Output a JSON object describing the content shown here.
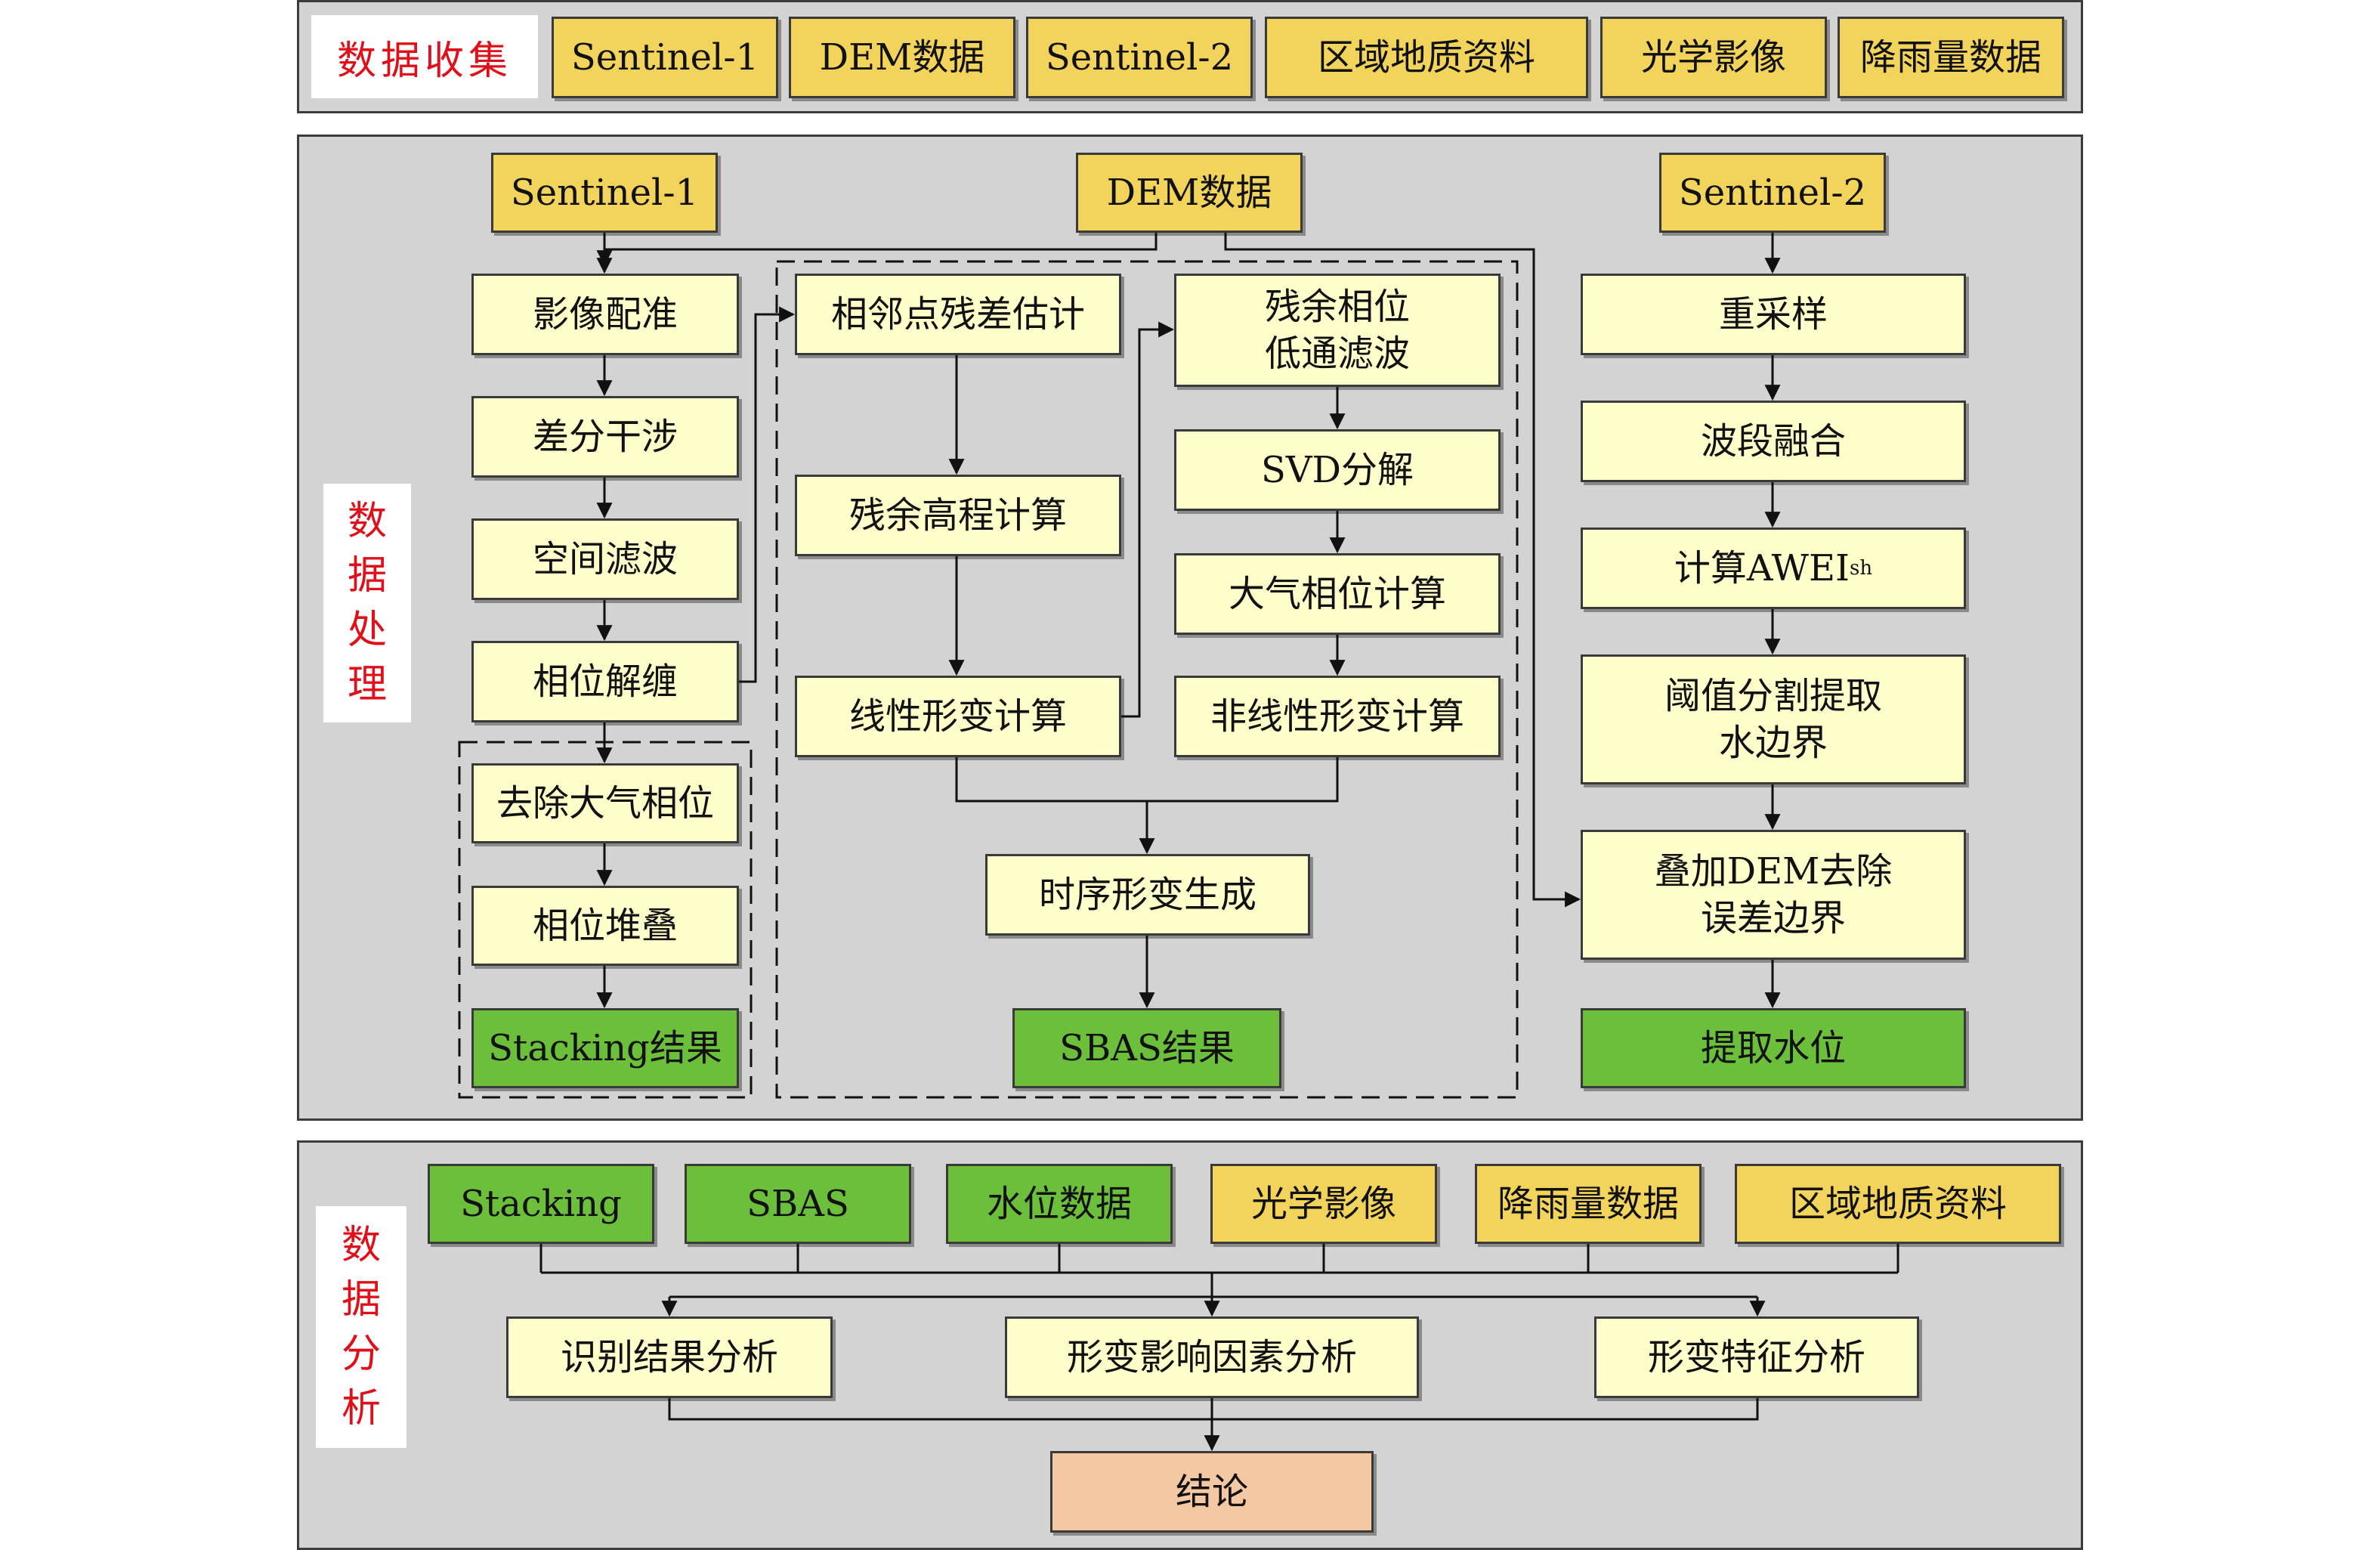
{
  "sections": {
    "collection": "数据收集",
    "processing": [
      "数",
      "据",
      "处",
      "理"
    ],
    "analysis": [
      "数",
      "据",
      "分",
      "析"
    ]
  },
  "collection_items": [
    "Sentinel-1",
    "DEM数据",
    "Sentinel-2",
    "区域地质资料",
    "光学影像",
    "降雨量数据"
  ],
  "processing": {
    "inputs": {
      "s1": "Sentinel-1",
      "dem": "DEM数据",
      "s2": "Sentinel-2"
    },
    "left_chain": [
      "影像配准",
      "差分干涉",
      "空间滤波",
      "相位解缠"
    ],
    "stacking": [
      "去除大气相位",
      "相位堆叠",
      "Stacking结果"
    ],
    "sbas": {
      "neighbor_residual": "相邻点残差估计",
      "residual_height": "残余高程计算",
      "linear_deformation": "线性形变计算",
      "residual_phase_filter": "残余相位\n低通滤波",
      "svd": "SVD分解",
      "atmos_phase": "大气相位计算",
      "nonlinear_deformation": "非线性形变计算",
      "time_series": "时序形变生成",
      "result": "SBAS结果"
    },
    "right_chain": {
      "resample": "重采样",
      "band_fusion": "波段融合",
      "awei_prefix": "计算AWEI",
      "awei_sub": "sh",
      "threshold": "阈值分割提取\n水边界",
      "dem_overlay": "叠加DEM去除\n误差边界",
      "water_level": "提取水位"
    }
  },
  "analysis": {
    "inputs": [
      "Stacking",
      "SBAS",
      "水位数据",
      "光学影像",
      "降雨量数据",
      "区域地质资料"
    ],
    "middle": [
      "识别结果分析",
      "形变影响因素分析",
      "形变特征分析"
    ],
    "conclusion": "结论"
  }
}
